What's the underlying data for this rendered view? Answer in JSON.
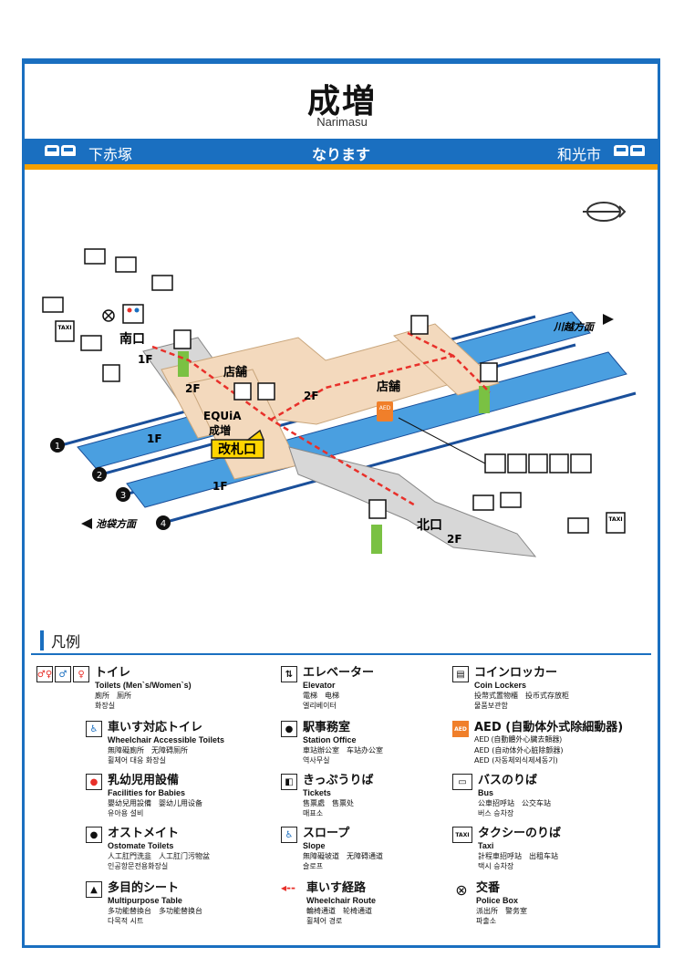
{
  "header": {
    "title": "成増",
    "romaji": "Narimasu",
    "kana": "なります",
    "prev_station": "下赤塚",
    "next_station": "和光市"
  },
  "map": {
    "south_exit": "南口",
    "north_exit": "北口",
    "ticket_gate": "改札口",
    "equia_line1": "EQUiA",
    "equia_line2": "成増",
    "shop": "店舗",
    "floor_1f": "1F",
    "floor_2f": "2F",
    "direction_kawagoe": "川越方面",
    "direction_ikebukuro": "池袋方面",
    "platforms": [
      "1",
      "2",
      "3",
      "4"
    ],
    "aed_label": "AED"
  },
  "legend": {
    "heading": "凡例",
    "items": [
      {
        "jp": "トイレ",
        "en": "Toilets (Men`s/Women`s)",
        "zh": "廁所　厕所",
        "ko": "화장실"
      },
      {
        "jp": "車いす対応トイレ",
        "en": "Wheelchair Accessible Toilets",
        "zh": "無障礙廁所　无障碍厕所",
        "ko": "휠체어 대응 화장실"
      },
      {
        "jp": "乳幼児用設備",
        "en": "Facilities for Babies",
        "zh": "嬰幼兒用設備　婴幼儿用设备",
        "ko": "유아용 설비"
      },
      {
        "jp": "オストメイト",
        "en": "Ostomate Toilets",
        "zh": "人工肛門洗韭　人工肛门污物盆",
        "ko": "인공항문전용화장실"
      },
      {
        "jp": "多目的シート",
        "en": "Multipurpose Table",
        "zh": "多功能替換台　多功能替换台",
        "ko": "다목적 시트"
      },
      {
        "jp": "エレベーター",
        "en": "Elevator",
        "zh": "電梯　电梯",
        "ko": "엘리베이터"
      },
      {
        "jp": "駅事務室",
        "en": "Station Office",
        "zh": "車站辦公室　车站办公室",
        "ko": "역사무실"
      },
      {
        "jp": "きっぷうりば",
        "en": "Tickets",
        "zh": "售票處　售票处",
        "ko": "매표소"
      },
      {
        "jp": "スロープ",
        "en": "Slope",
        "zh": "無障礙坡道　无障碍通道",
        "ko": "슬로프"
      },
      {
        "jp": "車いす経路",
        "en": "Wheelchair Route",
        "zh": "輪椅通道　轮椅通道",
        "ko": "휠체어 경로"
      },
      {
        "jp": "コインロッカー",
        "en": "Coin Lockers",
        "zh": "投幣式置物櫃　投币式存放柜",
        "ko": "물품보관함"
      },
      {
        "jp": "AED (自動体外式除細動器)",
        "en": "AED (自動體外心臟去顫器)",
        "zh": "AED (自动体外心脏除颤器)",
        "ko": "AED (자동체외식제세동기)"
      },
      {
        "jp": "バスのりば",
        "en": "Bus",
        "zh": "公車招呼站　公交车站",
        "ko": "버스 승차장"
      },
      {
        "jp": "タクシーのりば",
        "en": "Taxi",
        "zh": "計程車招呼站　出租车站",
        "ko": "택시 승차장"
      },
      {
        "jp": "交番",
        "en": "Police Box",
        "zh": "派出所　警务室",
        "ko": "파출소"
      }
    ]
  },
  "icons": {
    "taxi_text": "TAXI",
    "aed_text": "AED"
  },
  "colors": {
    "brand": "#1a6fc0",
    "accent": "#f5a000",
    "platform": "#4a9fe0",
    "concourse": "#f3d9bd",
    "route": "#e8302a",
    "gate": "#ffd400"
  }
}
